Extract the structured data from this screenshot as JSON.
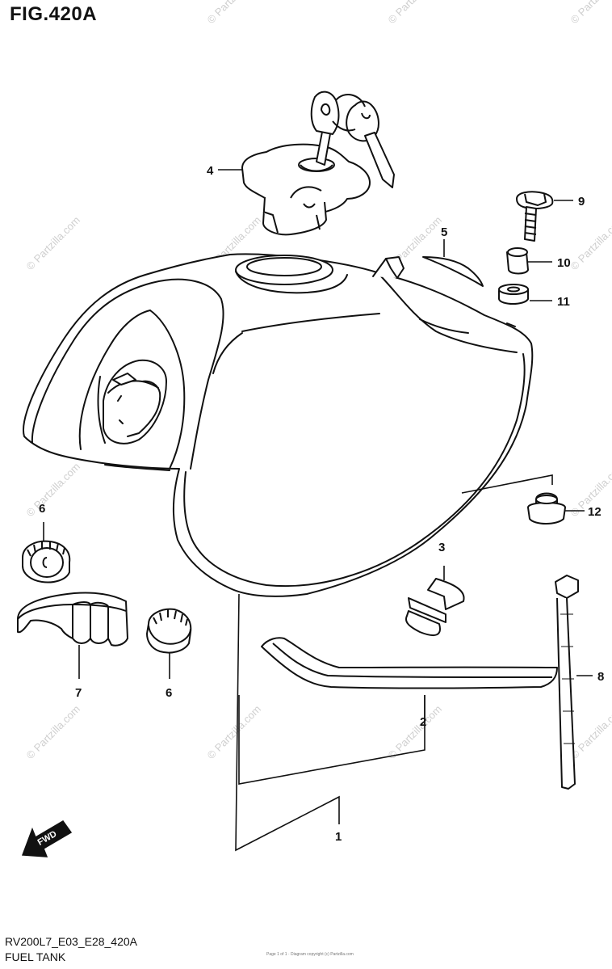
{
  "figure": {
    "title": "FIG.420A",
    "code": "RV200L7_E03_E28_420A",
    "caption": "FUEL TANK",
    "copyright": "Page 1 of 1 · Diagram copyright (c) Partzilla.com"
  },
  "watermark": "© Partzilla.com",
  "direction_label": "FWD",
  "callouts": [
    {
      "id": "c1",
      "text": "1"
    },
    {
      "id": "c2",
      "text": "2"
    },
    {
      "id": "c3",
      "text": "3"
    },
    {
      "id": "c4",
      "text": "4"
    },
    {
      "id": "c5",
      "text": "5"
    },
    {
      "id": "c6a",
      "text": "6"
    },
    {
      "id": "c6b",
      "text": "6"
    },
    {
      "id": "c7",
      "text": "7"
    },
    {
      "id": "c8",
      "text": "8"
    },
    {
      "id": "c9",
      "text": "9"
    },
    {
      "id": "c10",
      "text": "10"
    },
    {
      "id": "c11",
      "text": "11"
    },
    {
      "id": "c12",
      "text": "12"
    }
  ]
}
